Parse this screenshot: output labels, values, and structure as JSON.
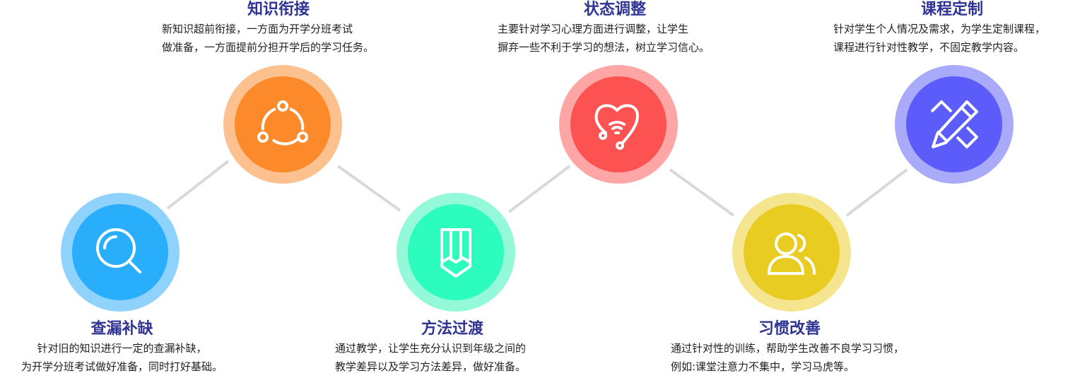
{
  "steps": [
    {
      "title": "查漏补缺",
      "lines": [
        "针对旧的知识进行一定的查漏补缺，",
        "为开学分班考试做好准备，同时打好基础。"
      ],
      "icon": "search-icon",
      "outer": "#8fd3fc",
      "inner": "#29aefc"
    },
    {
      "title": "知识衔接",
      "lines": [
        "新知识超前衔接，一方面为开学分班考试",
        "做准备，一方面提前分担开学后的学习任务。"
      ],
      "icon": "share-cycle-icon",
      "outer": "#fdc08f",
      "inner": "#fd8a2a"
    },
    {
      "title": "方法过渡",
      "lines": [
        "通过教学，让学生充分认识到年级之间的",
        "教学差异以及学习方法差异，做好准备。"
      ],
      "icon": "pencil-icon",
      "outer": "#93f9d8",
      "inner": "#2cfcbd"
    },
    {
      "title": "状态调整",
      "lines": [
        "主要针对学习心理方面进行调整，让学生",
        "摒弃一些不利于学习的想法，树立学习信心。"
      ],
      "icon": "heart-signal-icon",
      "outer": "#fea5a5",
      "inner": "#fd5252"
    },
    {
      "title": "习惯改善",
      "lines": [
        "通过针对性的训练，帮助学生改善不良学习习惯，",
        "例如:课堂注意力不集中，学习马虎等。"
      ],
      "icon": "users-icon",
      "outer": "#f4e58e",
      "inner": "#e8cc22"
    },
    {
      "title": "课程定制",
      "lines": [
        "针对学生个人情况及需求，为学生定制课程，",
        "课程进行针对性教学，不固定教学内容。"
      ],
      "icon": "pencil-ruler-icon",
      "outer": "#aaaafa",
      "inner": "#5c5cfb"
    }
  ]
}
